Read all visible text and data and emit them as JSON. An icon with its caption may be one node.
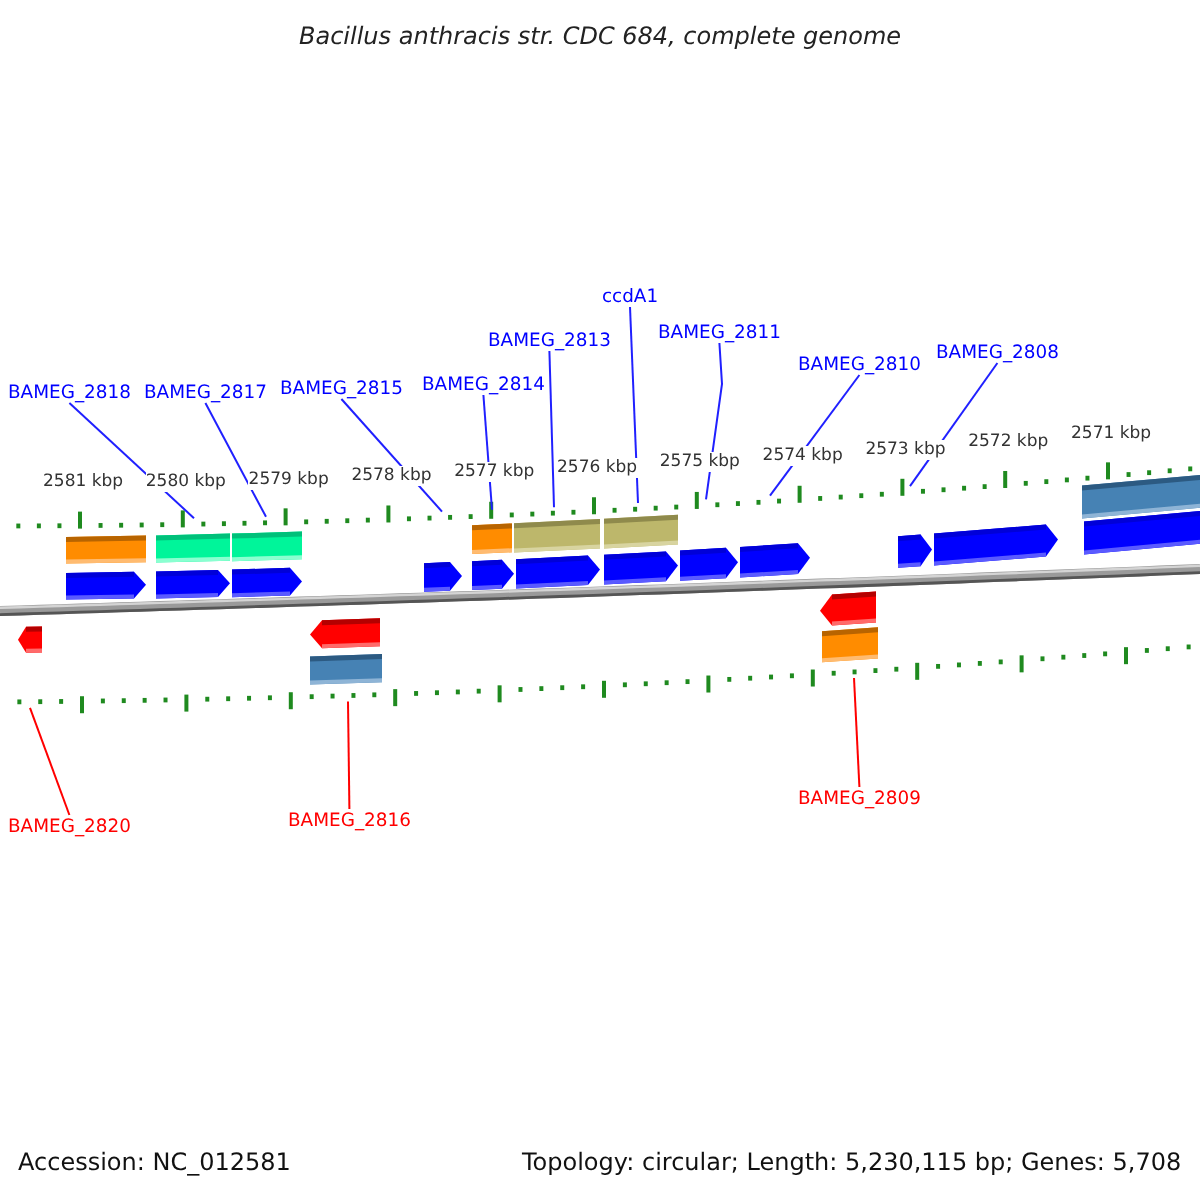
{
  "diagram": {
    "title": "Bacillus anthracis str. CDC 684, complete genome",
    "nodes": [
      {
        "text": [
          "BAMEG_2818"
        ]
      },
      {
        "text": [
          "BAMEG_2817"
        ]
      },
      {
        "text": [
          "BAMEG_2815"
        ]
      },
      {
        "text": [
          "BAMEG_2814"
        ]
      },
      {
        "text": [
          "BAMEG_2813"
        ]
      },
      {
        "text": [
          "ccdA1"
        ]
      },
      {
        "text": [
          "BAMEG_2811"
        ]
      },
      {
        "text": [
          "BAMEG_2810"
        ]
      },
      {
        "text": [
          "BAMEG_2808"
        ]
      },
      {
        "text": [],
        "shape": "scale"
      },
      {
        "text": [],
        "shape": "scale"
      },
      {
        "text": [
          "BAMEG_2820"
        ]
      },
      {
        "text": [
          "BAMEG_2816"
        ]
      },
      {
        "text": [
          "BAMEG_2809"
        ]
      }
    ],
    "edges": [
      {
        "from": 0,
        "to": 9,
        "arrow": "none"
      },
      {
        "from": 1,
        "to": 9,
        "arrow": "none"
      },
      {
        "from": 2,
        "to": 9,
        "arrow": "none"
      },
      {
        "from": 3,
        "to": 9,
        "arrow": "none"
      },
      {
        "from": 4,
        "to": 9,
        "arrow": "none"
      },
      {
        "from": 5,
        "to": 9,
        "arrow": "none"
      },
      {
        "from": 6,
        "to": 9,
        "arrow": "none"
      },
      {
        "from": 7,
        "to": 9,
        "arrow": "none"
      },
      {
        "from": 8,
        "to": 9,
        "arrow": "none"
      },
      {
        "from": 11,
        "to": 10,
        "arrow": "none",
        "color": "#ff0000"
      },
      {
        "from": 12,
        "to": 10,
        "arrow": "none",
        "color": "#ff0000"
      },
      {
        "from": 13,
        "to": 10,
        "arrow": "none",
        "color": "#ff0000"
      }
    ],
    "labels": [
      "2581 kbp",
      "2580 kbp",
      "2579 kbp",
      "2578 kbp",
      "2577 kbp",
      "2576 kbp",
      "2575 kbp",
      "2574 kbp",
      "2573 kbp",
      "2572 kbp",
      "2571 kbp",
      "Accession: NC_012581",
      "Topology: circular; Length: 5,230,115 bp; Genes: 5,708"
    ]
  }
}
